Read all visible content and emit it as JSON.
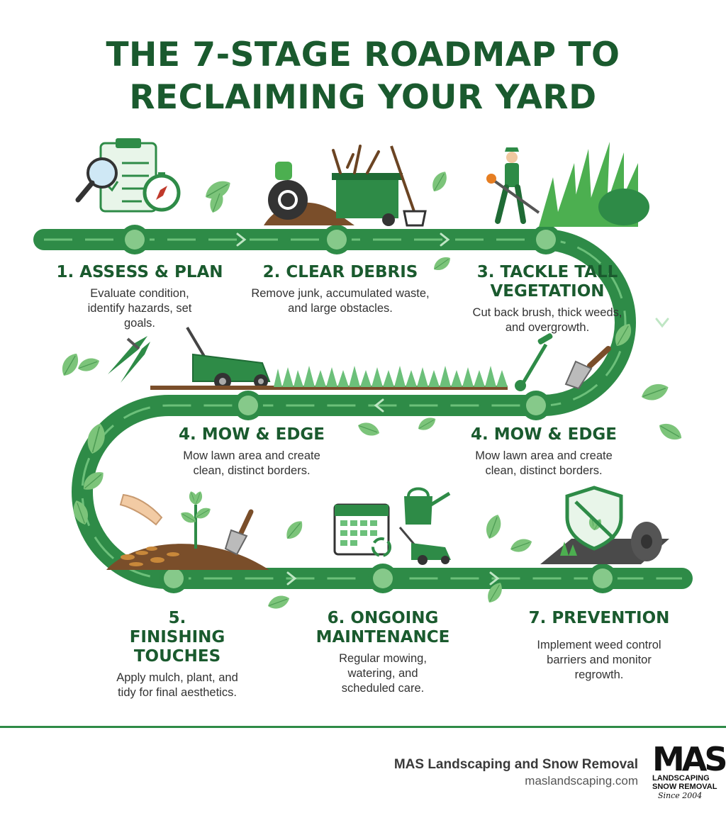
{
  "title": {
    "line1": "THE 7-STAGE ROADMAP TO",
    "line2": "RECLAIMING YOUR YARD"
  },
  "stages": [
    {
      "heading": "1. ASSESS & PLAN",
      "text": "Evaluate condition, identify hazards, set goals.",
      "icon": "clipboard-magnifier-compass-icon"
    },
    {
      "heading": "2. CLEAR DEBRIS",
      "text": "Remove junk, accumulated waste, and large obstacles.",
      "icon": "debris-bin-icon"
    },
    {
      "heading": "3. TACKLE TALL VEGETATION",
      "text": "Cut back brush, thick weeds, and overgrowth.",
      "icon": "trimmer-worker-icon"
    },
    {
      "heading": "4. MOW & EDGE",
      "text": "Mow lawn area and create clean, distinct borders.",
      "icon": "lawn-mower-icon"
    },
    {
      "heading": "4. MOW & EDGE",
      "text": "Mow lawn area and create clean, distinct borders.",
      "icon": "edger-trowel-icon"
    },
    {
      "heading": "5. FINISHING TOUCHES",
      "text": "Apply mulch, plant, and tidy for final aesthetics.",
      "icon": "mulch-planting-icon"
    },
    {
      "heading": "6. ONGOING MAINTENANCE",
      "text": "Regular mowing, watering, and scheduled care.",
      "icon": "calendar-watering-can-icon"
    },
    {
      "heading": "7. PREVENTION",
      "text": "Implement weed control barriers and monitor regrowth.",
      "icon": "weed-shield-barrier-icon"
    }
  ],
  "footer": {
    "company": "MAS Landscaping and Snow Removal",
    "url": "maslandscaping.com",
    "logo": {
      "mark": "MAS",
      "line1": "LANDSCAPING",
      "line2": "SNOW REMOVAL",
      "since": "Since 2004"
    }
  },
  "colors": {
    "title": "#1a5a2e",
    "road": "#2e8b47",
    "road_light": "#6cc07a",
    "leaf": "#7cc47a"
  }
}
